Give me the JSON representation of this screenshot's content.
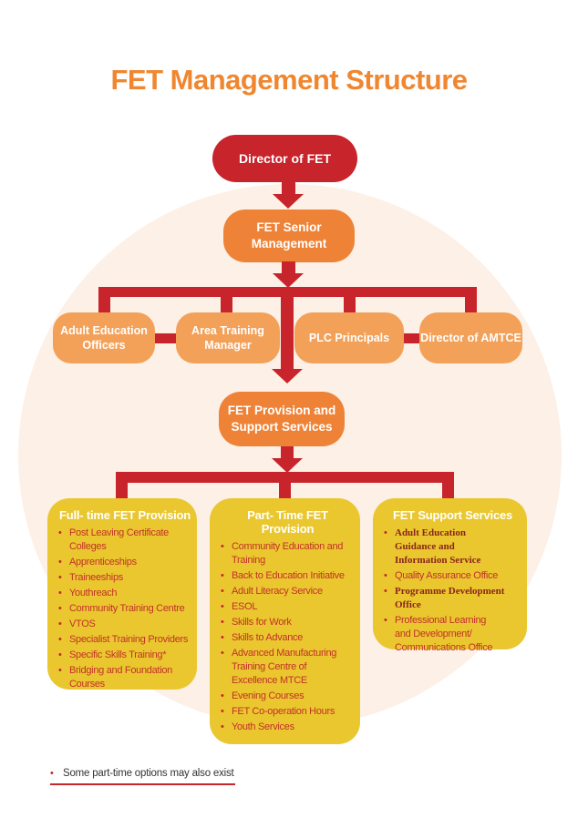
{
  "page": {
    "title": "FET Management Structure"
  },
  "colors": {
    "title_orange": "#f0862f",
    "red": "#c7242b",
    "orange_mid": "#ee8338",
    "orange_light": "#f3a159",
    "yellow": "#eac72f",
    "circle_bg": "#fcf0e7",
    "list_text_red": "#c23128",
    "list_text_maroon": "#8a241c",
    "footnote_text": "#333333"
  },
  "org": {
    "director": {
      "label": "Director of FET"
    },
    "senior": {
      "label": "FET Senior\nManagement"
    },
    "row": [
      {
        "label": "Adult Education\nOfficers"
      },
      {
        "label": "Area Training\nManager"
      },
      {
        "label": "PLC Principals"
      },
      {
        "label": "Director of AMTCE"
      }
    ],
    "provision": {
      "label": "FET Provision and\nSupport Services"
    },
    "groups": [
      {
        "header": "Full- time FET Provision",
        "items": [
          {
            "text": "Post Leaving Certificate\nColleges"
          },
          {
            "text": "Apprenticeships"
          },
          {
            "text": "Traineeships"
          },
          {
            "text": "Youthreach"
          },
          {
            "text": "Community Training Centre"
          },
          {
            "text": "VTOS"
          },
          {
            "text": "Specialist Training Providers"
          },
          {
            "text": "Specific Skills Training*"
          },
          {
            "text": "Bridging and Foundation\nCourses"
          }
        ]
      },
      {
        "header": "Part- Time FET Provision",
        "items": [
          {
            "text": "Community Education and\nTraining"
          },
          {
            "text": "Back to Education Initiative"
          },
          {
            "text": "Adult Literacy Service"
          },
          {
            "text": "ESOL"
          },
          {
            "text": "Skills for Work"
          },
          {
            "text": "Skills to Advance"
          },
          {
            "text": "Advanced Manufacturing\nTraining Centre of\nExcellence MTCE"
          },
          {
            "text": "Evening Courses"
          },
          {
            "text": "FET Co-operation Hours"
          },
          {
            "text": "Youth Services"
          }
        ]
      },
      {
        "header": "FET Support Services",
        "items": [
          {
            "text": "Adult Education\nGuidance and\nInformation Service",
            "emphasis": true
          },
          {
            "text": "Quality Assurance Office"
          },
          {
            "text": "Programme Development\nOffice",
            "emphasis": true
          },
          {
            "text": "Professional Learning\nand Development/\nCommunications Office"
          }
        ]
      }
    ]
  },
  "footnote": {
    "text": "Some part-time options may also exist"
  }
}
